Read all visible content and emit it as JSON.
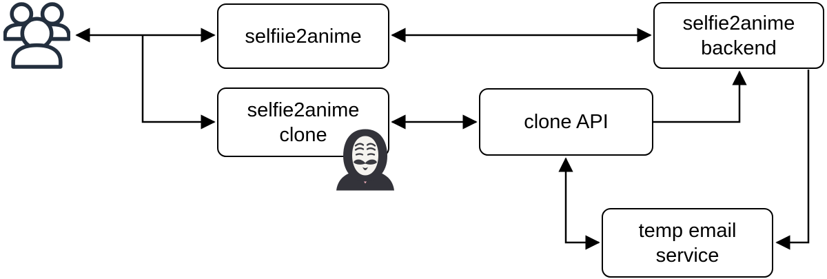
{
  "diagram": {
    "type": "flow-diagram",
    "background": "#ffffff",
    "nodes": {
      "users": {
        "icon": "users-group-icon",
        "label": ""
      },
      "selfiie2anime": {
        "lines": [
          "selfiie2anime"
        ]
      },
      "backend": {
        "lines": [
          "selfie2anime",
          "backend"
        ]
      },
      "clone": {
        "lines": [
          "selfie2anime",
          "clone"
        ],
        "icon": "anonymous-mask-icon"
      },
      "clone_api": {
        "lines": [
          "clone API"
        ]
      },
      "temp_email": {
        "lines": [
          "temp email",
          "service"
        ]
      }
    },
    "edges": [
      {
        "from": "users",
        "to": "selfiie2anime",
        "direction": "bidirectional"
      },
      {
        "from": "users",
        "to": "clone",
        "direction": "one-way"
      },
      {
        "from": "selfiie2anime",
        "to": "backend",
        "direction": "bidirectional"
      },
      {
        "from": "clone",
        "to": "clone_api",
        "direction": "bidirectional"
      },
      {
        "from": "clone_api",
        "to": "backend",
        "direction": "one-way"
      },
      {
        "from": "clone_api",
        "to": "temp_email",
        "direction": "bidirectional"
      },
      {
        "from": "backend",
        "to": "temp_email",
        "direction": "one-way"
      }
    ],
    "colors": {
      "node_fill": "#ffffff",
      "node_border": "#000000",
      "connector": "#000000",
      "text": "#000000",
      "users_icon": "#232f3e",
      "mask_hood": "#33333a",
      "mask_face": "#f5f3ef",
      "mask_collar": "#f2aeb9"
    }
  }
}
